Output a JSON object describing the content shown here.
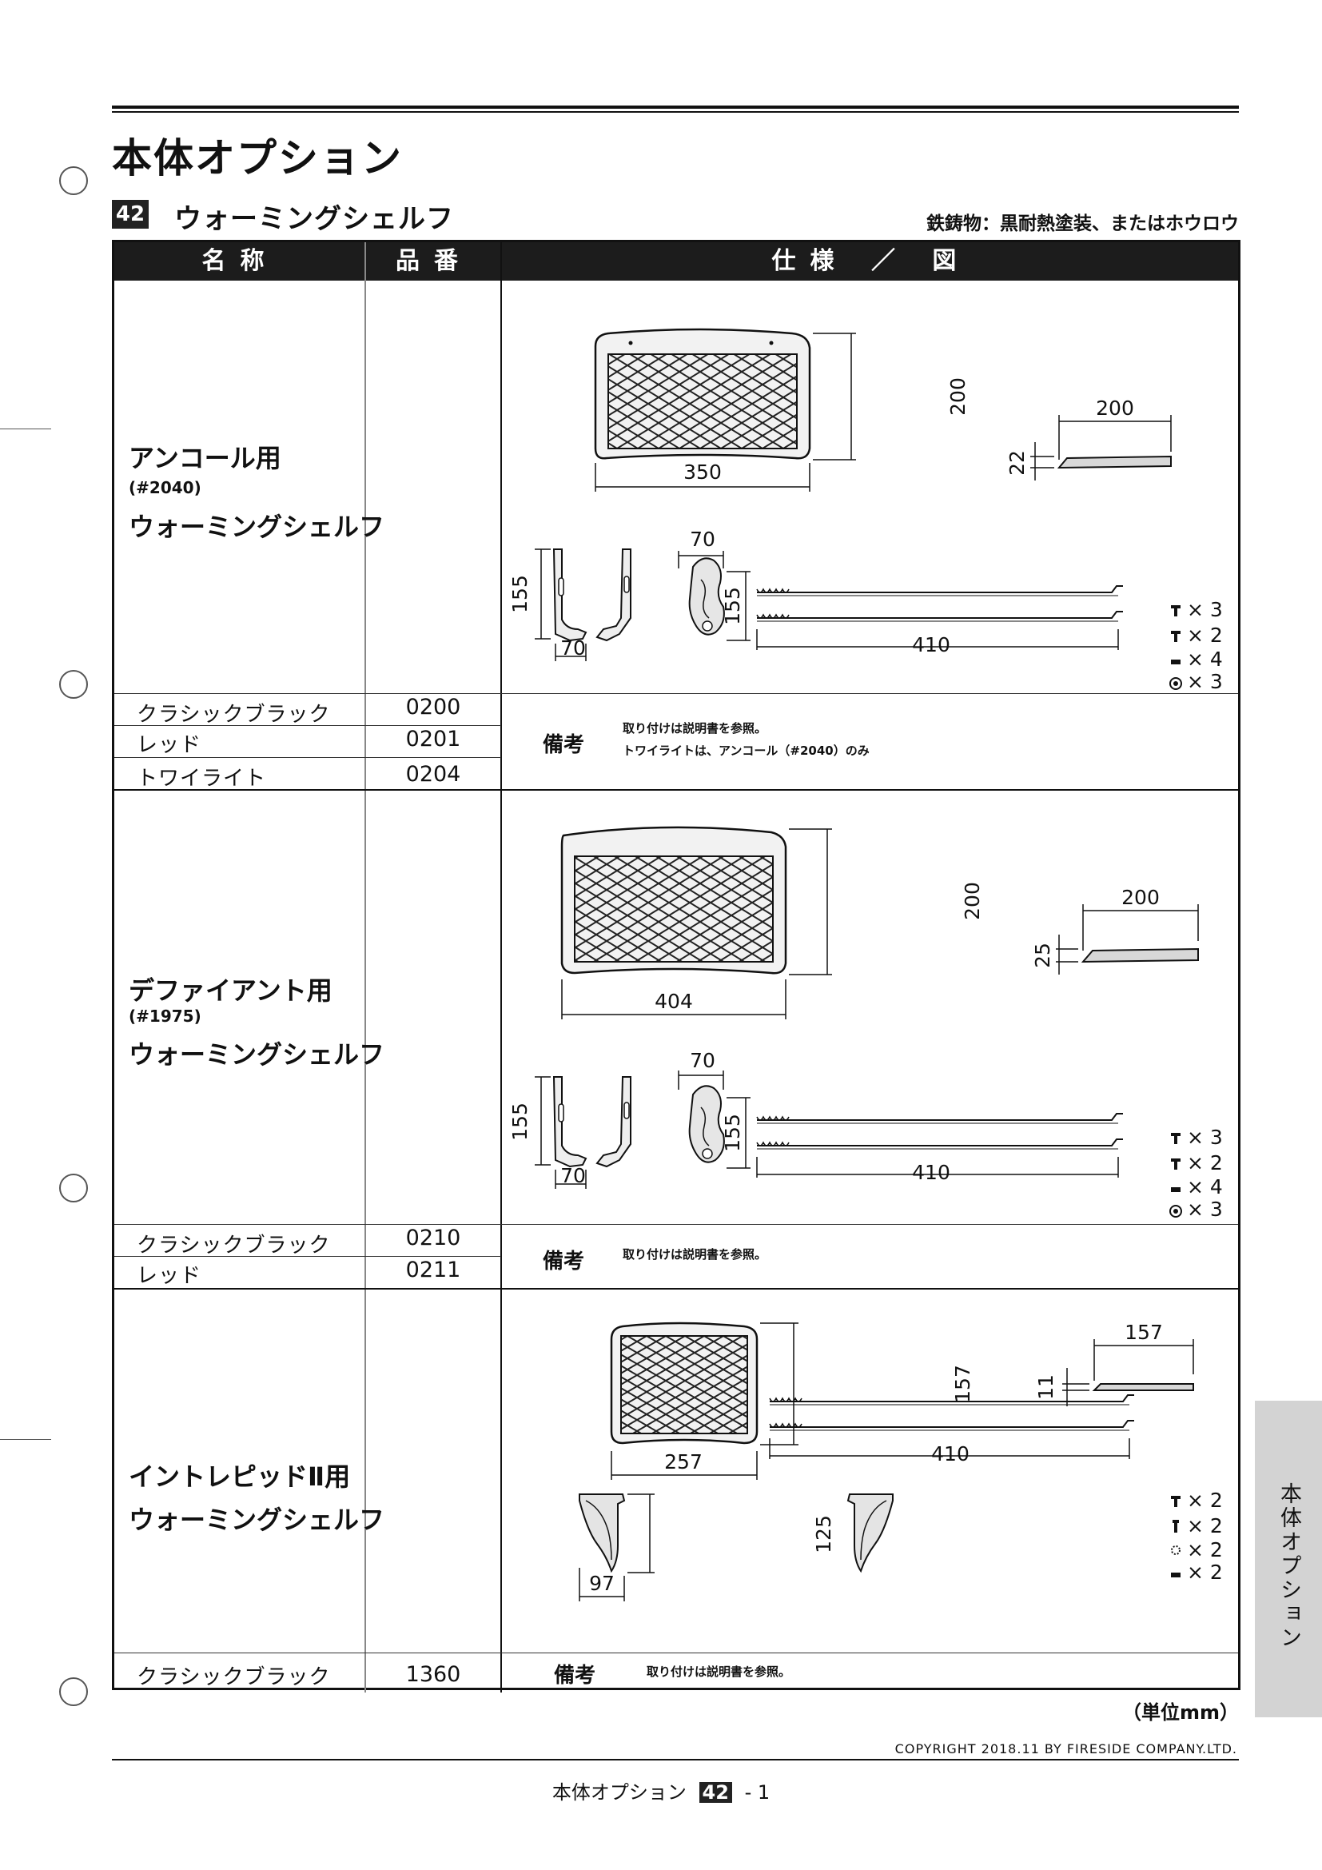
{
  "page_title": "本体オプション",
  "section": {
    "number": "42",
    "title": "ウォーミングシェルフ",
    "material": "鉄鋳物：黒耐熱塗装、またはホウロウ"
  },
  "table_header": {
    "name": "名称",
    "code": "品番",
    "spec": "仕様 ／ 図"
  },
  "rows": [
    {
      "name_line1": "アンコール用",
      "model": "(#2040)",
      "name_line2": "ウォーミングシェルフ",
      "variants": [
        {
          "name": "クラシックブラック",
          "code": "0200"
        },
        {
          "name": "レッド",
          "code": "0201"
        },
        {
          "name": "トワイライト",
          "code": "0204"
        }
      ],
      "remark_label": "備考",
      "remarks": [
        "取り付けは説明書を参照。",
        "トワイライトは、アンコール（#2040）のみ"
      ],
      "dims": {
        "panel_height": "200",
        "panel_width": "350",
        "edge_width": "200",
        "edge_height": "22",
        "bracket_height": "155",
        "bracket_width": "70",
        "hook_width": "70",
        "hook_height": "155",
        "rod_length": "410"
      },
      "parts": [
        "× 3",
        "× 2",
        "× 4",
        "× 3"
      ]
    },
    {
      "name_line1": "デファイアント用",
      "model": "(#1975)",
      "name_line2": "ウォーミングシェルフ",
      "variants": [
        {
          "name": "クラシックブラック",
          "code": "0210"
        },
        {
          "name": "レッド",
          "code": "0211"
        }
      ],
      "remark_label": "備考",
      "remarks": [
        "取り付けは説明書を参照。"
      ],
      "dims": {
        "panel_height": "200",
        "panel_width": "404",
        "edge_width": "200",
        "edge_height": "25",
        "bracket_height": "155",
        "bracket_width": "70",
        "hook_width": "70",
        "hook_height": "155",
        "rod_length": "410"
      },
      "parts": [
        "× 3",
        "× 2",
        "× 4",
        "× 3"
      ]
    },
    {
      "name_line1": "イントレピッドⅡ用",
      "name_line2": "ウォーミングシェルフ",
      "variants": [
        {
          "name": "クラシックブラック",
          "code": "1360"
        }
      ],
      "remark_label": "備考",
      "remarks": [
        "取り付けは説明書を参照。"
      ],
      "dims": {
        "panel_height": "157",
        "panel_width": "257",
        "edge_width": "157",
        "edge_height": "11",
        "bracket_height": "125",
        "bracket_width": "97",
        "rod_length": "410"
      },
      "parts": [
        "× 2",
        "× 2",
        "× 2",
        "× 2"
      ]
    }
  ],
  "unit_note": "（単位mm）",
  "copyright": "COPYRIGHT 2018.11  BY FIRESIDE COMPANY.LTD.",
  "footer": {
    "label": "本体オプション",
    "num": "42",
    "suffix": "- 1"
  },
  "side_tab": "本体オプション"
}
